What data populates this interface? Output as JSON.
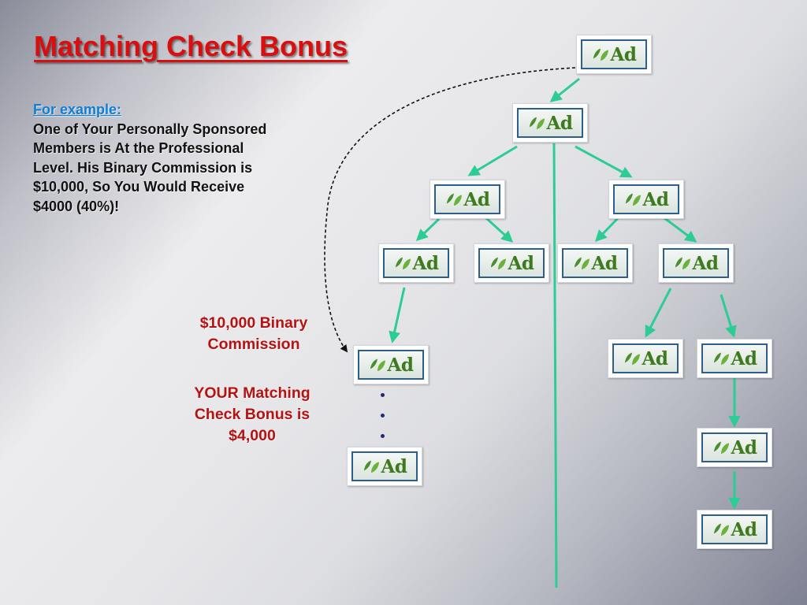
{
  "slide": {
    "title": "Matching Check Bonus",
    "example_label": "For example:",
    "example_text": "One of Your Personally Sponsored\nMembers is At the  Professional\nLevel. His Binary Commission is\n$10,000, So You Would Receive\n$4000 (40%)!",
    "binary_note": "$10,000 Binary\nCommission",
    "matching_note": "YOUR Matching\nCheck Bonus is\n$4,000"
  },
  "node_label": "Ad",
  "colors": {
    "title_red": "#d90f0f",
    "example_blue": "#0e7fd6",
    "note_red": "#b51212",
    "connector_green": "#2ecc95",
    "ad_green": "#3f7a22",
    "ad_border": "#2e5f8c"
  },
  "icons": {
    "node_icon": "leaf-icon",
    "ellipsis": "vertical-dots"
  }
}
